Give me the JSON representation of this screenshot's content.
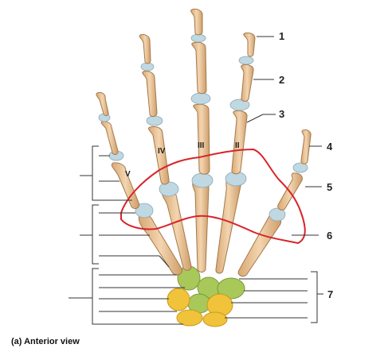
{
  "labels": {
    "l1": "1",
    "l2": "2",
    "l3": "3",
    "l4": "4",
    "l5": "5",
    "l6": "6",
    "l7": "7"
  },
  "digits": {
    "ii": "II",
    "iii": "III",
    "iv": "IV",
    "v": "V"
  },
  "caption": "(a) Anterior view",
  "colors": {
    "bone": "#e8c49b",
    "cartilage": "#bfd8e2",
    "carpal_green": "#a8c85a",
    "carpal_yellow": "#f0c33a",
    "outline_red": "#d8242a"
  }
}
